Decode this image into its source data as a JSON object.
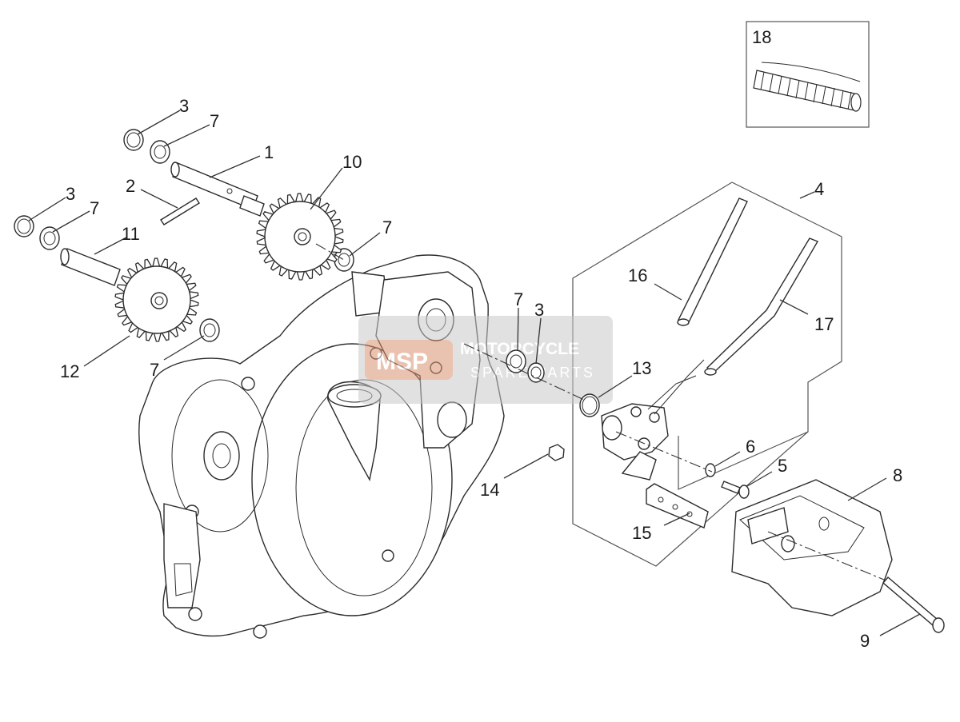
{
  "diagram": {
    "callouts": {
      "c1": "1",
      "c2": "2",
      "c3a": "3",
      "c3b": "3",
      "c3c": "3",
      "c4": "4",
      "c5": "5",
      "c6": "6",
      "c7a": "7",
      "c7b": "7",
      "c7c": "7",
      "c7d": "7",
      "c7e": "7",
      "c8": "8",
      "c9": "9",
      "c10": "10",
      "c11": "11",
      "c12": "12",
      "c13": "13",
      "c14": "14",
      "c15": "15",
      "c16": "16",
      "c17": "17",
      "c18": "18"
    },
    "watermark": {
      "line1": "MOTORCYCLE",
      "line2": "SPARE PARTS",
      "logo": "MSP"
    }
  },
  "colors": {
    "line": "#2b2b2b",
    "watermark_bg": "#c9c9c9",
    "watermark_accent": "#e07a4a"
  }
}
